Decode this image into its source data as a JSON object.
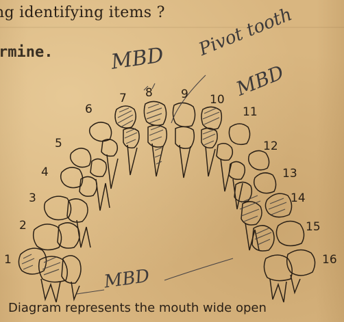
{
  "document": {
    "question_fragment": "ng identifying items ?",
    "determine_fragment": "rmine.",
    "caption": "Diagram represents the mouth wide open"
  },
  "handwriting": {
    "mbd_top": "MBD",
    "pivot_note": "Pivot tooth",
    "mbd_right": "MBD",
    "mbd_bottom": "MBD"
  },
  "tooth_numbers": {
    "upper_left": [
      "1",
      "2",
      "3",
      "4",
      "5",
      "6",
      "7",
      "8"
    ],
    "upper_right": [
      "9",
      "10",
      "11",
      "12",
      "13",
      "14",
      "15",
      "16"
    ]
  },
  "colors": {
    "paper": "#d9b680",
    "ink": "#2a2016",
    "pencil": "#3d3a3a"
  }
}
